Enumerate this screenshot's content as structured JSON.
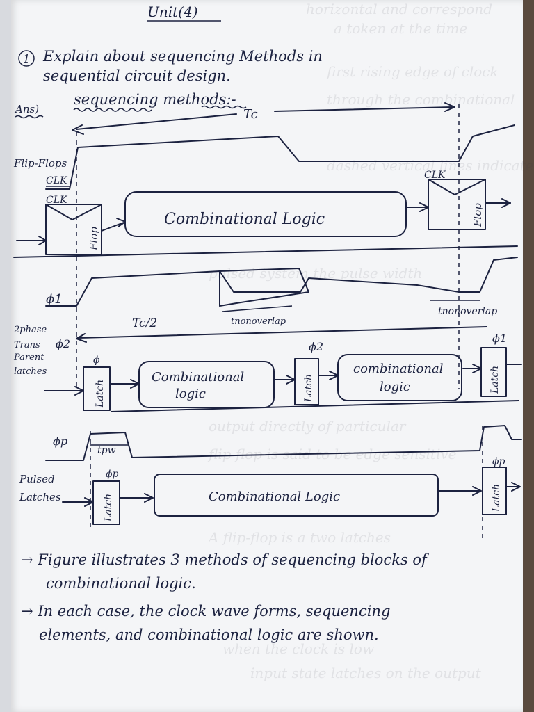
{
  "page": {
    "unit": "Unit(4)",
    "question": {
      "number": "1",
      "line1": "Explain about sequencing Methods in",
      "line2": "sequential circuit design."
    },
    "answer_label": "Ans)",
    "section_title": "sequencing methods:-"
  },
  "diagram": {
    "tc": "Tc",
    "tc_half": "Tc/2",
    "flipflops_label": "Flip-Flops",
    "clk": "CLK",
    "flop": "Flop",
    "comb_logic_1": "Combinational Logic",
    "phi1": "ϕ1",
    "phi2": "ϕ2",
    "phi": "ϕ",
    "two_phase_label_1": "2phase",
    "two_phase_label_2": "Trans",
    "two_phase_label_3": "Parent",
    "two_phase_label_4": "latches",
    "t_nonoverlap": "tnonoverlap",
    "latch": "Latch",
    "comb_logic_2a": "Combinational",
    "comb_logic_2b": "logic",
    "comb_logic_3a": "combinational",
    "comb_logic_3b": "logic",
    "phip": "ϕp",
    "tpw": "tpw",
    "pulsed_label_1": "Pulsed",
    "pulsed_label_2": "Latches",
    "comb_logic_4": "Combinational Logic"
  },
  "notes": [
    "→ Figure illustrates 3 methods of sequencing blocks of",
    "combinational logic.",
    "→ In each case, the clock wave forms, sequencing",
    "elements, and combinational logic are shown."
  ]
}
